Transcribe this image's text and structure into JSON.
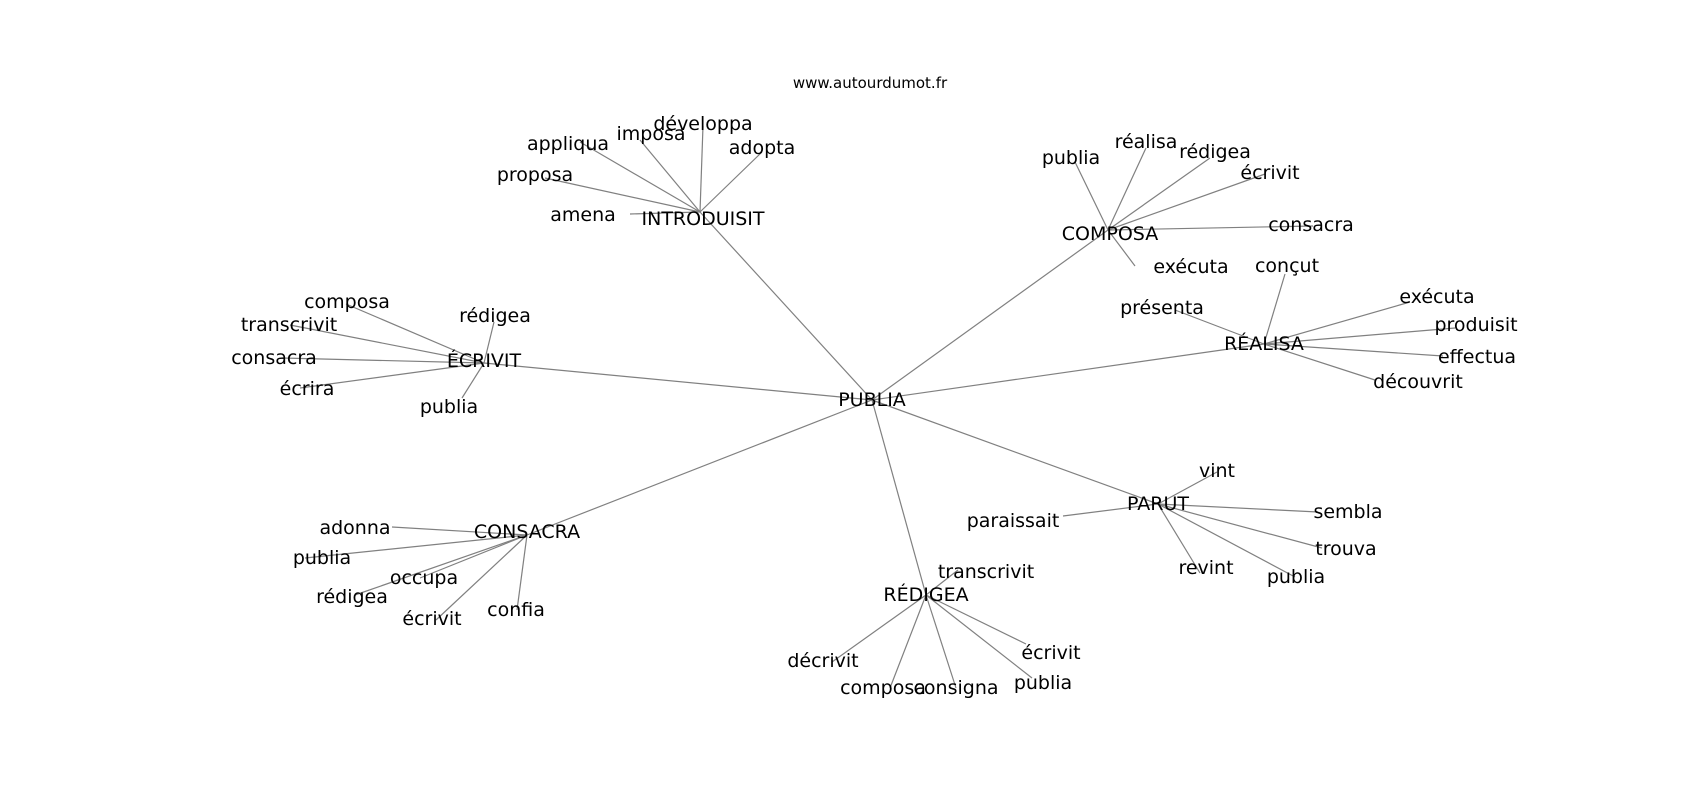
{
  "watermark": "www.autourdumot.fr",
  "center": "PUBLIA",
  "clusters": [
    {
      "hub": "INTRODUISIT",
      "words": [
        "amena",
        "proposa",
        "appliqua",
        "imposa",
        "développa",
        "adopta"
      ]
    },
    {
      "hub": "COMPOSA",
      "words": [
        "publia",
        "réalisa",
        "rédigea",
        "écrivit",
        "consacra",
        "exécuta"
      ]
    },
    {
      "hub": "ÉCRIVIT",
      "words": [
        "composa",
        "transcrivit",
        "consacra",
        "écrira",
        "rédigea",
        "publia"
      ]
    },
    {
      "hub": "RÉALISA",
      "words": [
        "conçut",
        "présenta",
        "exécuta",
        "produisit",
        "effectua",
        "découvrit"
      ]
    },
    {
      "hub": "PARUT",
      "words": [
        "vint",
        "paraissait",
        "sembla",
        "trouva",
        "revint",
        "publia"
      ]
    },
    {
      "hub": "CONSACRA",
      "words": [
        "adonna",
        "publia",
        "occupa",
        "rédigea",
        "écrivit",
        "confia"
      ]
    },
    {
      "hub": "RÉDIGEA",
      "words": [
        "transcrivit",
        "décrivit",
        "composa",
        "consigna",
        "écrivit",
        "publia"
      ]
    }
  ]
}
